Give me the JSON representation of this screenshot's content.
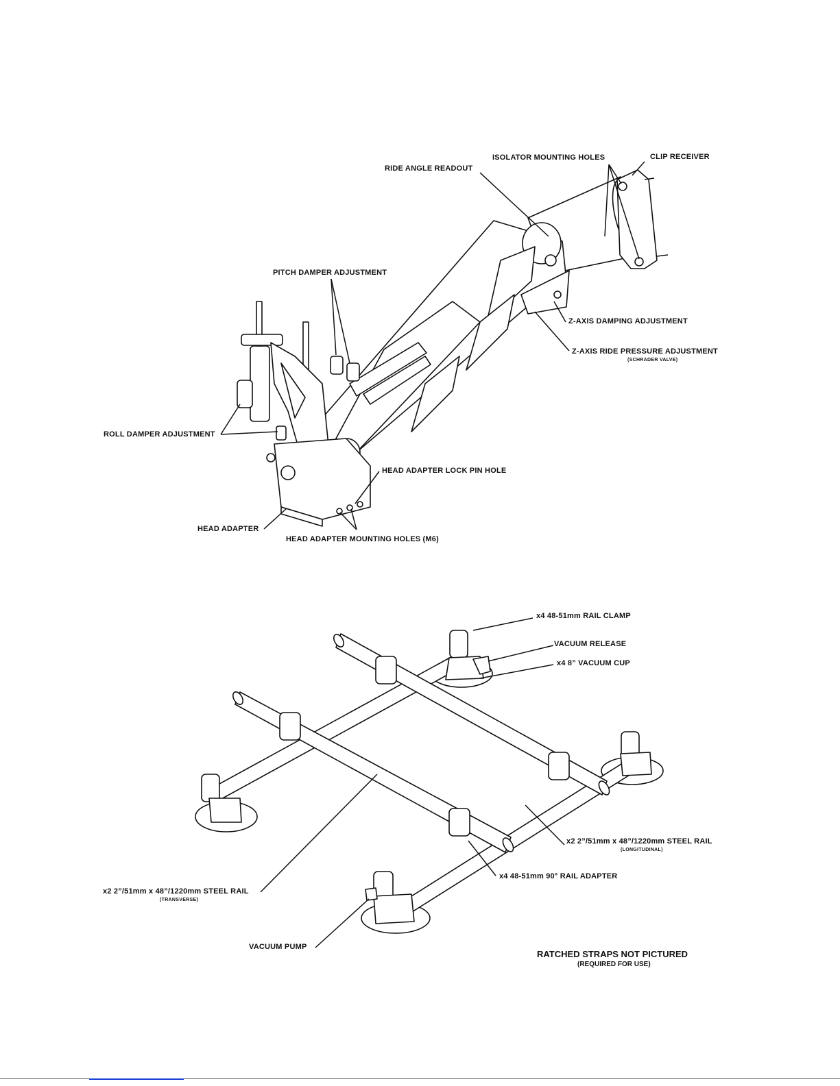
{
  "arm_figure": {
    "labels": {
      "isolator_mounting_holes": "ISOLATOR MOUNTING HOLES",
      "clip_receiver": "CLIP RECEIVER",
      "ride_angle_readout": "RIDE ANGLE READOUT",
      "pitch_damper_adjustment": "PITCH DAMPER ADJUSTMENT",
      "z_axis_damping_adjustment": "Z-AXIS DAMPING ADJUSTMENT",
      "z_axis_ride_pressure_adjustment": "Z-AXIS RIDE PRESSURE ADJUSTMENT",
      "z_axis_ride_pressure_sub": "(SCHRADER VALVE)",
      "roll_damper_adjustment": "ROLL DAMPER ADJUSTMENT",
      "head_adapter_lock_pin_hole": "HEAD ADAPTER LOCK PIN HOLE",
      "head_adapter": "HEAD ADAPTER",
      "head_adapter_mounting_holes": "HEAD ADAPTER MOUNTING HOLES (M6)"
    }
  },
  "rail_figure": {
    "labels": {
      "rail_clamp": "x4 48-51mm RAIL CLAMP",
      "vacuum_release": "VACUUM RELEASE",
      "vacuum_cup": "x4 8” VACUUM CUP",
      "longitudinal_rail": "x2 2”/51mm x 48”/1220mm STEEL RAIL",
      "longitudinal_sub": "(LONGITUDINAL)",
      "rail_adapter": "x4 48-51mm 90° RAIL ADAPTER",
      "transverse_rail": "x2 2”/51mm x 48”/1220mm STEEL RAIL",
      "transverse_sub": "(TRANSVERSE)",
      "vacuum_pump": "VACUUM PUMP"
    },
    "note": {
      "title": "RATCHED STRAPS NOT PICTURED",
      "subtitle": "(REQUIRED FOR USE)"
    }
  }
}
